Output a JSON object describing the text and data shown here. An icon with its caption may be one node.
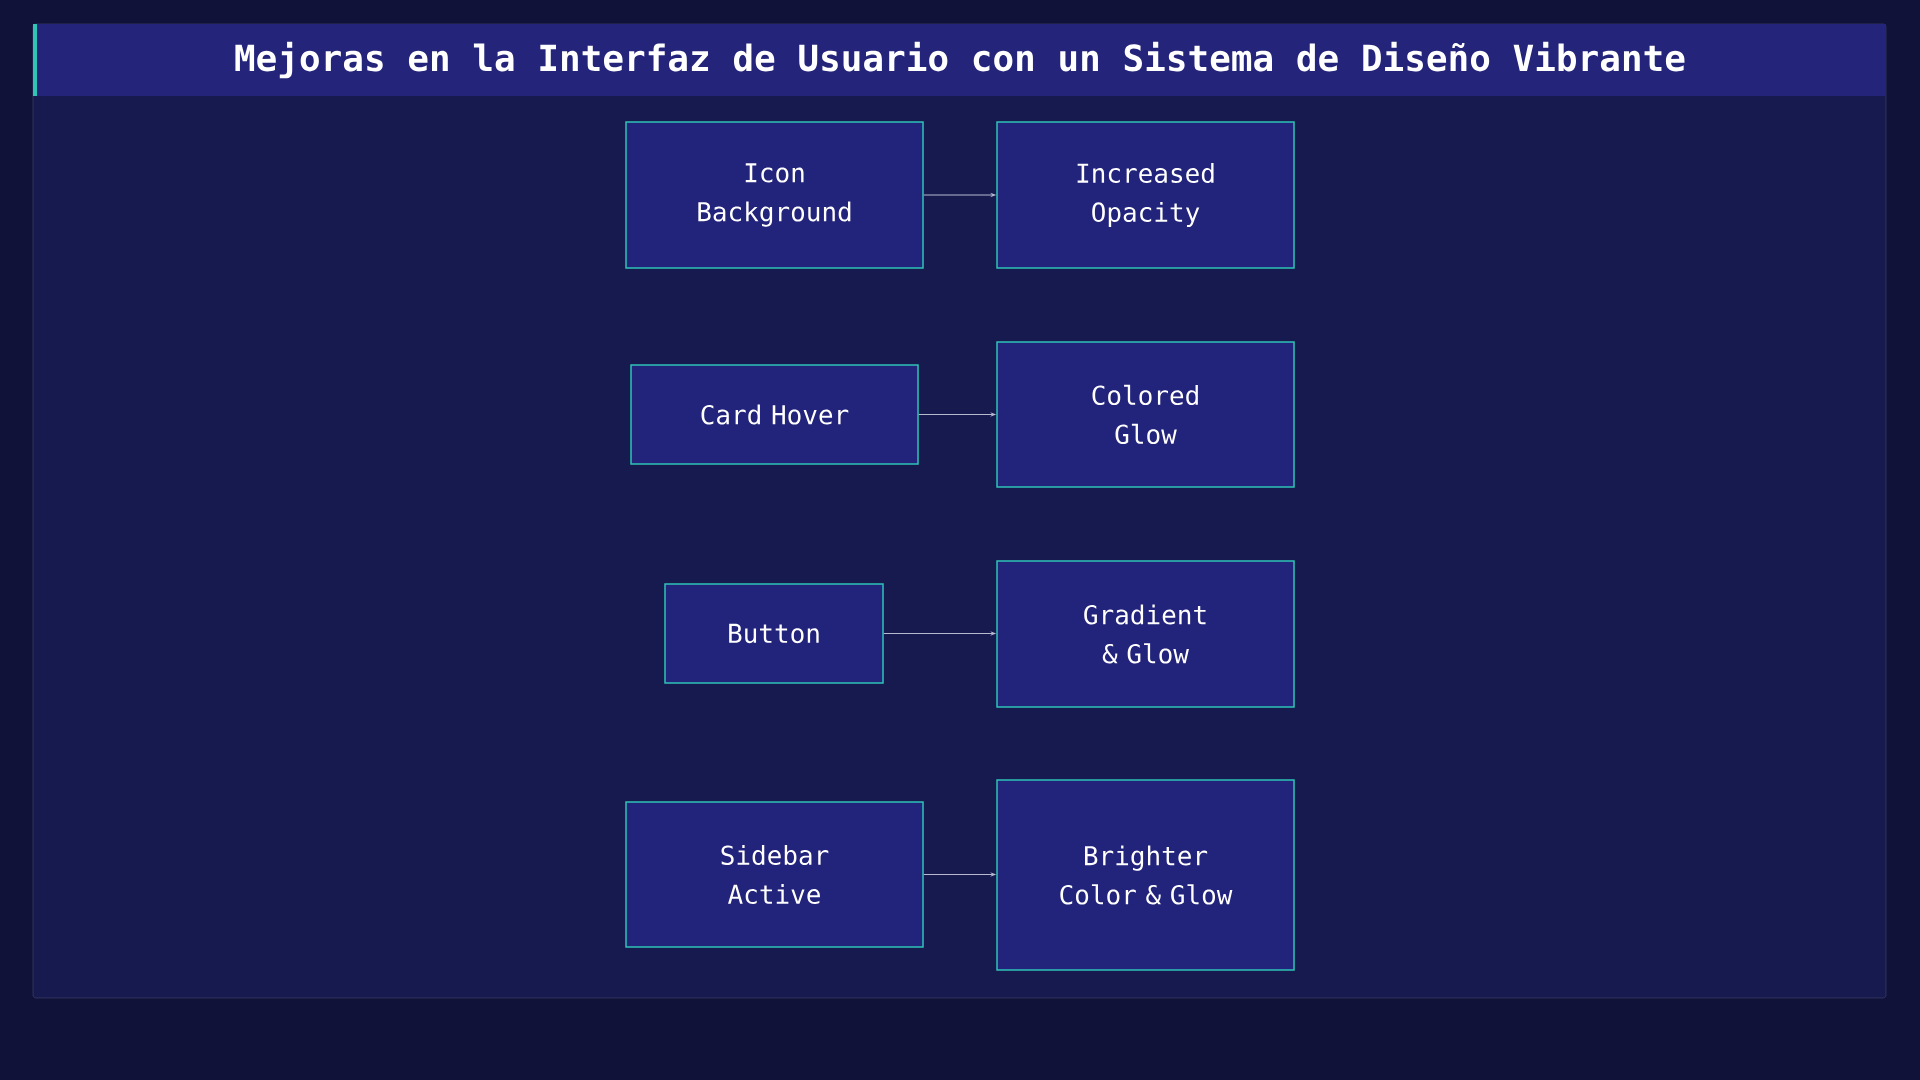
{
  "diagram": {
    "title": "Mejoras en la Interfaz de Usuario con un Sistema de Diseño Vibrante",
    "nodes": [
      {
        "text": [
          "Icon Background"
        ]
      },
      {
        "text": [
          "Increased Opacity"
        ]
      },
      {
        "text": [
          "Card Hover"
        ]
      },
      {
        "text": [
          "Colored Glow"
        ]
      },
      {
        "text": [
          "Button"
        ]
      },
      {
        "text": [
          "Gradient & Glow"
        ]
      },
      {
        "text": [
          "Sidebar Active"
        ]
      },
      {
        "text": [
          "Brighter Color & Glow"
        ]
      }
    ],
    "edges": [
      {
        "from": 0,
        "to": 1,
        "arrow": "to"
      },
      {
        "from": 2,
        "to": 3,
        "arrow": "to"
      },
      {
        "from": 4,
        "to": 5,
        "arrow": "to"
      },
      {
        "from": 6,
        "to": 7,
        "arrow": "to"
      }
    ]
  }
}
